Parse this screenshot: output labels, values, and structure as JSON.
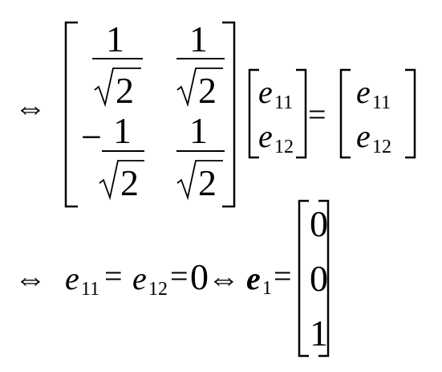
{
  "line1": {
    "equiv": "⇔",
    "matrix": {
      "r1c1": {
        "num": "1",
        "den": "2"
      },
      "r1c2": {
        "num": "1",
        "den": "2"
      },
      "r2c1": {
        "sign": "−",
        "num": "1",
        "den": "2"
      },
      "r2c2": {
        "num": "1",
        "den": "2"
      }
    },
    "vector_left": {
      "e1_base": "e",
      "e1_sub": "11",
      "e2_base": "e",
      "e2_sub": "12"
    },
    "equals": "=",
    "vector_right": {
      "e1_base": "e",
      "e1_sub": "11",
      "e2_base": "e",
      "e2_sub": "12"
    }
  },
  "line2": {
    "equiv1": "⇔",
    "a_base": "e",
    "a_sub": "11",
    "eq1": "=",
    "b_base": "e",
    "b_sub": "12",
    "eq2": "=",
    "zero": "0",
    "equiv2": "⇔",
    "vec_base": "e",
    "vec_sub": "1",
    "eq3": "=",
    "result": [
      "0",
      "0",
      "1"
    ]
  }
}
